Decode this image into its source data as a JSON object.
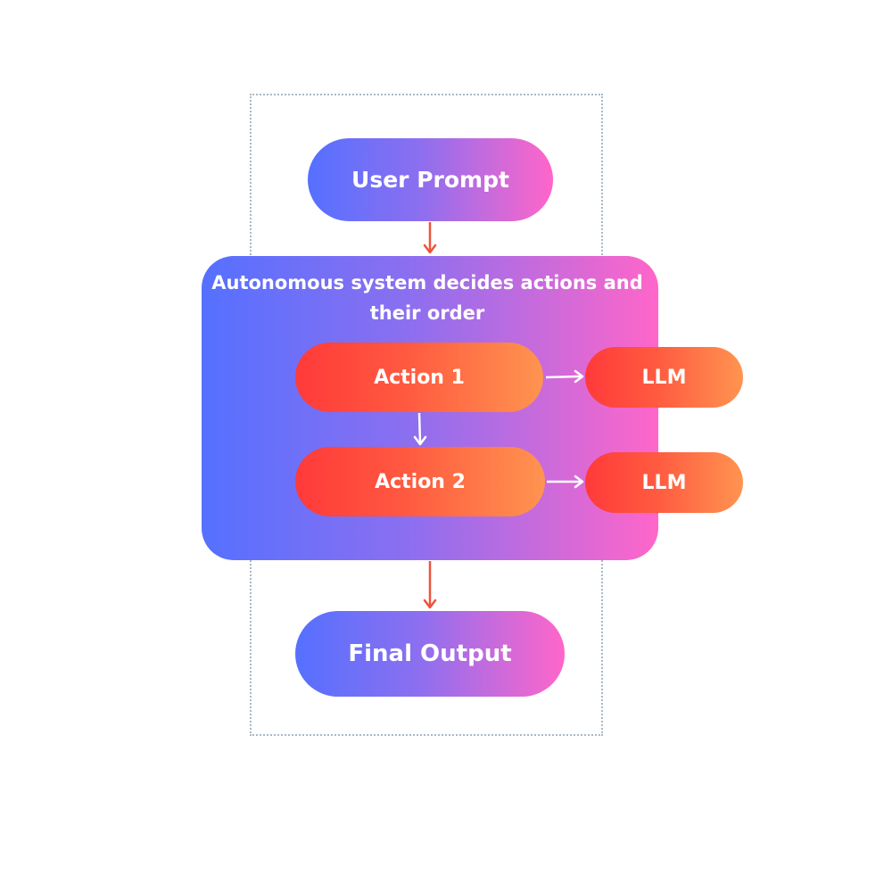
{
  "nodes": {
    "user_prompt": "User Prompt",
    "system_title": "Autonomous system decides actions and their order",
    "action_1": "Action 1",
    "action_2": "Action 2",
    "llm_1": "LLM",
    "llm_2": "LLM",
    "final_output": "Final Output"
  },
  "colors": {
    "blue_pink_start": "#5570ff",
    "blue_pink_end": "#ff66c9",
    "red_orange_start": "#ff3a3a",
    "red_orange_end": "#ff9450",
    "arrow_red": "#f0533c",
    "arrow_white": "#ffffff",
    "frame_border": "#a9b9c6"
  }
}
